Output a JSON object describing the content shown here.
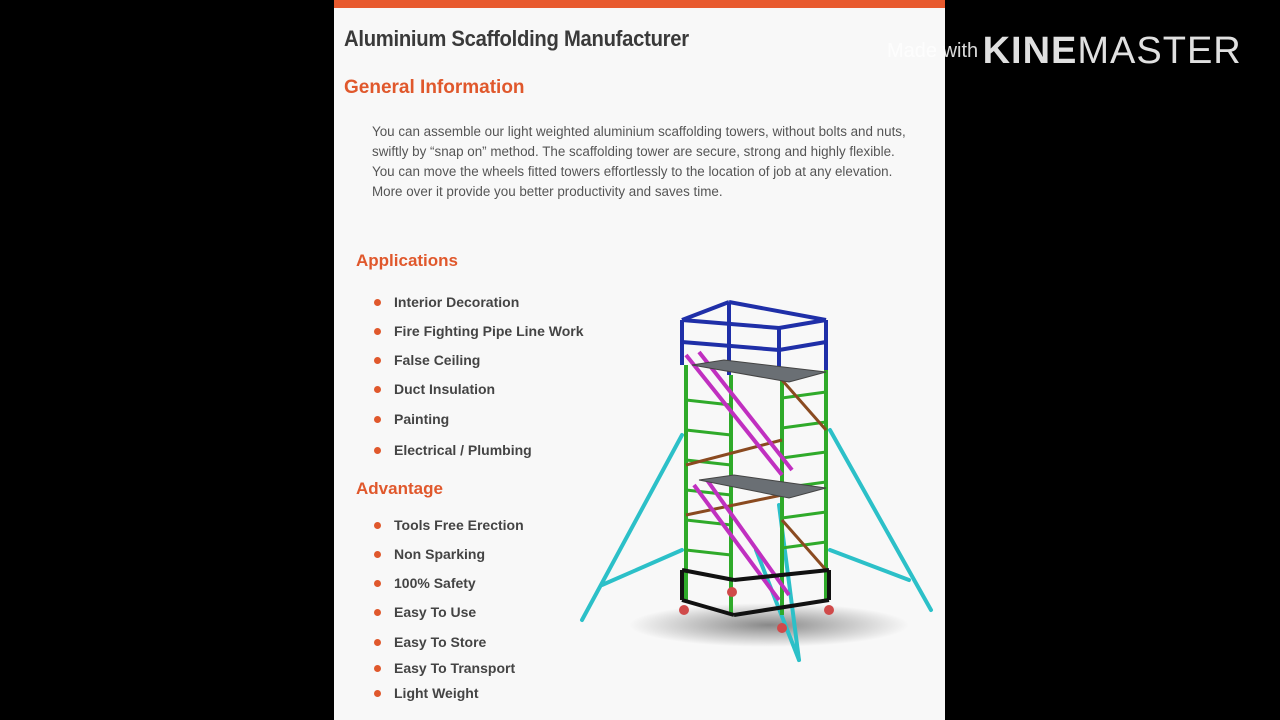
{
  "document": {
    "title": "Aluminium Scaffolding Manufacturer",
    "general_heading": "General Information",
    "general_text": "You can assemble our light weighted aluminium scaffolding towers, without bolts and nuts, swiftly by “snap on” method. The scaffolding tower are secure, strong and highly flexible. You can move the wheels fitted towers effortlessly to the location of job at any elevation. More over it provide you better productivity and saves time.",
    "applications_heading": "Applications",
    "applications": [
      "Interior Decoration",
      "Fire Fighting Pipe Line Work",
      "False Ceiling",
      "Duct Insulation",
      "Painting",
      "Electrical / Plumbing"
    ],
    "advantage_heading": "Advantage",
    "advantages": [
      "Tools Free Erection",
      "Non Sparking",
      "100% Safety",
      "Easy To Use",
      "Easy To Store",
      "Easy To Transport",
      "Light Weight"
    ]
  },
  "watermark": {
    "made_with": "Made with",
    "brand_bold": "KINE",
    "brand_light": "MASTER"
  },
  "colors": {
    "accent": "#e85a2e",
    "heading": "#e0582c",
    "background": "#000000",
    "page": "#f8f8f8"
  },
  "icons": {
    "bullet": "bullet-dot-icon",
    "figure": "scaffolding-tower-image"
  }
}
